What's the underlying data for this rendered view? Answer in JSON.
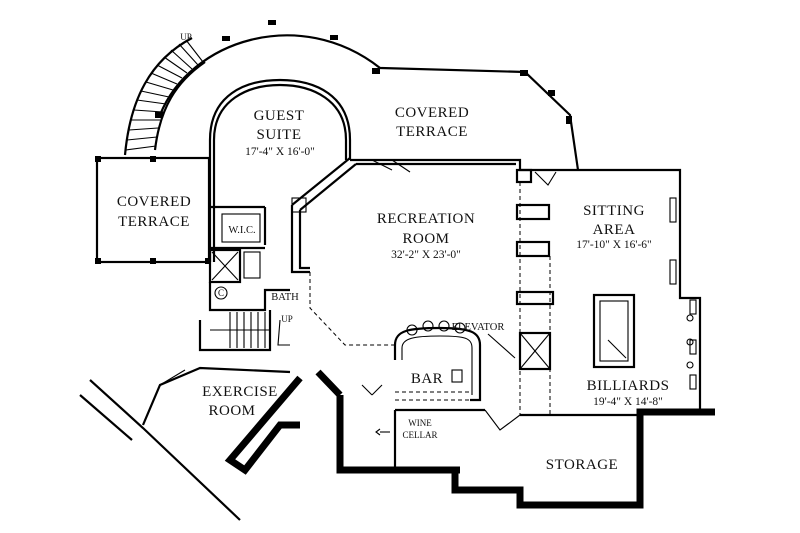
{
  "plan": {
    "rooms": {
      "covered_terrace_top": {
        "line1": "COVERED",
        "line2": "TERRACE"
      },
      "guest_suite": {
        "line1": "GUEST",
        "line2": "SUITE",
        "dims": "17'-4\" X 16'-0\""
      },
      "covered_terrace_left": {
        "line1": "COVERED",
        "line2": "TERRACE"
      },
      "wic": {
        "label": "W.I.C."
      },
      "recreation_room": {
        "line1": "RECREATION",
        "line2": "ROOM",
        "dims": "32'-2\" X 23'-0\""
      },
      "sitting_area": {
        "line1": "SITTING",
        "line2": "AREA",
        "dims": "17'-10\" X 16'-6\""
      },
      "bath": {
        "label": "BATH"
      },
      "elevator": {
        "label": "ELEVATOR"
      },
      "bar": {
        "label": "BAR"
      },
      "billiards": {
        "label": "BILLIARDS",
        "dims": "19'-4\" X 14'-8\""
      },
      "exercise_room": {
        "line1": "EXERCISE",
        "line2": "ROOM"
      },
      "wine_cellar": {
        "line1": "WINE",
        "line2": "CELLAR"
      },
      "storage": {
        "label": "STORAGE"
      }
    },
    "stairs": {
      "top_up": "UP",
      "mid_up": "UP"
    },
    "washer_symbol": "C"
  }
}
